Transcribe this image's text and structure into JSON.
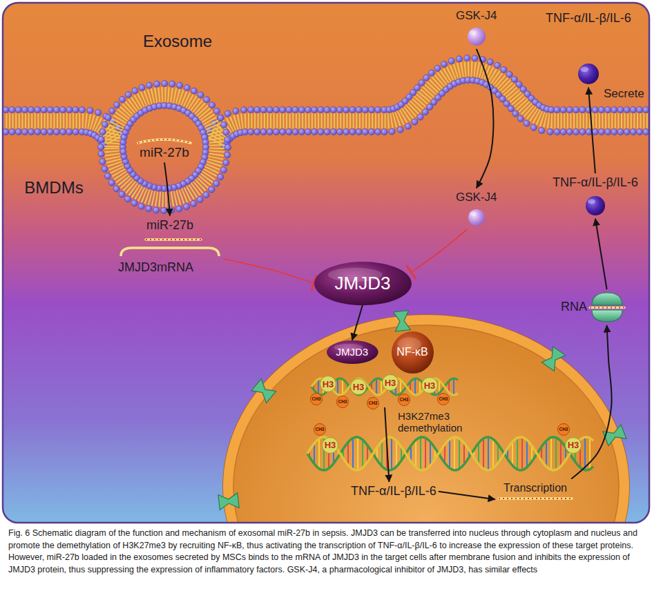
{
  "diagram": {
    "caption": "Fig. 6 Schematic diagram of the function and mechanism of exosomal miR-27b in sepsis. JMJD3 can be transferred into nucleus through cytoplasm and nucleus and promote the demethylation of H3K27me3 by recruiting NF-κB, thus activating the transcription of TNF-α/IL-β/IL-6 to increase the expression of these target proteins. However, miR-27b loaded in the exosomes secreted by MSCs binds to the mRNA of JMJD3 in the target cells after membrane fusion and inhibits the expression of JMJD3 protein, thus suppressing the expression of inflammatory factors. GSK-J4, a pharmacological inhibitor of JMJD3, has similar effects",
    "nodes": [
      {
        "text": [
          "miR-27b"
        ]
      },
      {
        "text": [
          "GSK-J4"
        ]
      },
      {
        "text": [
          "TNF-α/IL-β/IL-6"
        ]
      },
      {
        "text": [
          "TNF-α/IL-β/IL-6"
        ]
      },
      {
        "text": [
          "GSK-J4"
        ]
      },
      {
        "text": [
          "miR-27b",
          "JMJD3mRNA"
        ]
      },
      {
        "text": [
          "JMJD3"
        ]
      },
      {
        "text": [
          "RNA"
        ]
      },
      {
        "text": [
          "JMJD3"
        ]
      },
      {
        "text": [
          "NF-κB"
        ]
      },
      {
        "text": [
          "H3",
          "H3",
          "H3",
          "H3"
        ]
      },
      {
        "text": [
          "TNF-α/IL-β/IL-6"
        ]
      },
      {
        "text": [
          "Transcription"
        ]
      }
    ],
    "edges": [
      {
        "from": 0,
        "to": 5,
        "arrow": "to"
      },
      {
        "from": 1,
        "to": 4,
        "arrow": "to"
      },
      {
        "from": 5,
        "to": 6,
        "arrow": "to"
      },
      {
        "from": 4,
        "to": 6,
        "arrow": "to"
      },
      {
        "from": 6,
        "to": 8,
        "arrow": "to"
      },
      {
        "from": 10,
        "to": 11,
        "label": "H3K27me3 demethylation",
        "arrow": "to"
      },
      {
        "from": 11,
        "to": 12,
        "arrow": "to"
      },
      {
        "from": 12,
        "to": 7,
        "arrow": "to"
      },
      {
        "from": 7,
        "to": 3,
        "arrow": "to"
      },
      {
        "from": 3,
        "to": 2,
        "label": "Secrete",
        "arrow": "to"
      }
    ],
    "labels": [
      "Exosome",
      "BMDMs",
      "H3",
      "H3",
      "CH3",
      "CH3",
      "CH3",
      "CH3",
      "CH3",
      "CH3",
      "CH3"
    ]
  }
}
